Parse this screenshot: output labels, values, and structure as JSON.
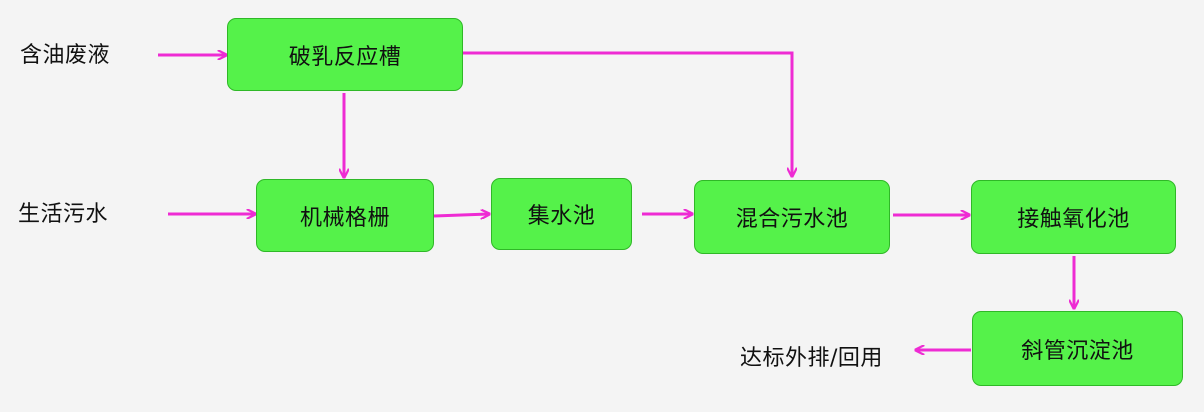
{
  "inputs": {
    "oily_waste": "含油废液",
    "domestic_sewage": "生活污水"
  },
  "nodes": {
    "demulsification_tank": "破乳反应槽",
    "mechanical_screen": "机械格栅",
    "collection_tank": "集水池",
    "mixing_tank": "混合污水池",
    "contact_oxidation_tank": "接触氧化池",
    "inclined_tube_settler": "斜管沉淀池"
  },
  "output": {
    "discharge": "达标外排/回用"
  },
  "colors": {
    "node_fill": "#55f24a",
    "node_border": "#2fb827",
    "arrow": "#ee2bd3",
    "background": "#f4f4f4"
  }
}
